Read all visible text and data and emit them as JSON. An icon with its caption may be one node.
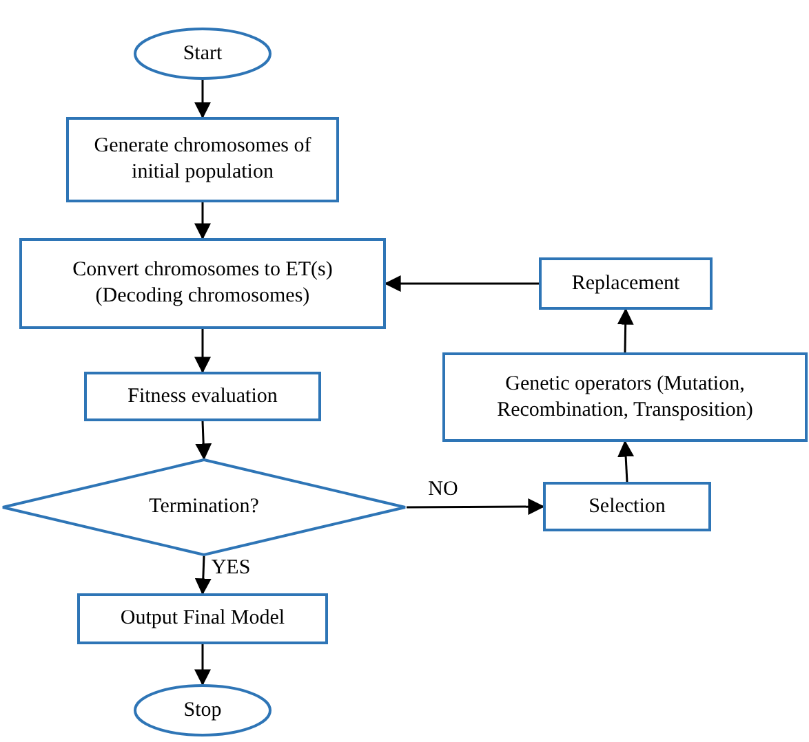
{
  "diagram": {
    "nodes": [
      {
        "text": [
          "Start"
        ]
      },
      {
        "text": [
          "Generate chromosomes of initial population"
        ]
      },
      {
        "text": [
          "Convert chromosomes to ET(s) (Decoding chromosomes)"
        ]
      },
      {
        "text": [
          "Replacement"
        ]
      },
      {
        "text": [
          "Fitness evaluation"
        ]
      },
      {
        "text": [
          "Genetic operators (Mutation, Recombination, Transposition)"
        ]
      },
      {
        "text": [
          "Termination?"
        ]
      },
      {
        "text": [
          "Selection"
        ]
      },
      {
        "text": [
          "Output Final Model"
        ]
      },
      {
        "text": [
          "Stop"
        ]
      }
    ],
    "edges": [
      {
        "from": 0,
        "to": 1,
        "arrow": "to"
      },
      {
        "from": 1,
        "to": 2,
        "arrow": "to"
      },
      {
        "from": 2,
        "to": 4,
        "arrow": "to"
      },
      {
        "from": 4,
        "to": 6,
        "arrow": "to"
      },
      {
        "from": 6,
        "to": 7,
        "arrow": "to",
        "label": "NO"
      },
      {
        "from": 7,
        "to": 5,
        "arrow": "to"
      },
      {
        "from": 5,
        "to": 3,
        "arrow": "to"
      },
      {
        "from": 3,
        "to": 2,
        "arrow": "to"
      },
      {
        "from": 6,
        "to": 8,
        "arrow": "to",
        "label": "YES"
      },
      {
        "from": 8,
        "to": 9,
        "arrow": "to"
      }
    ]
  }
}
